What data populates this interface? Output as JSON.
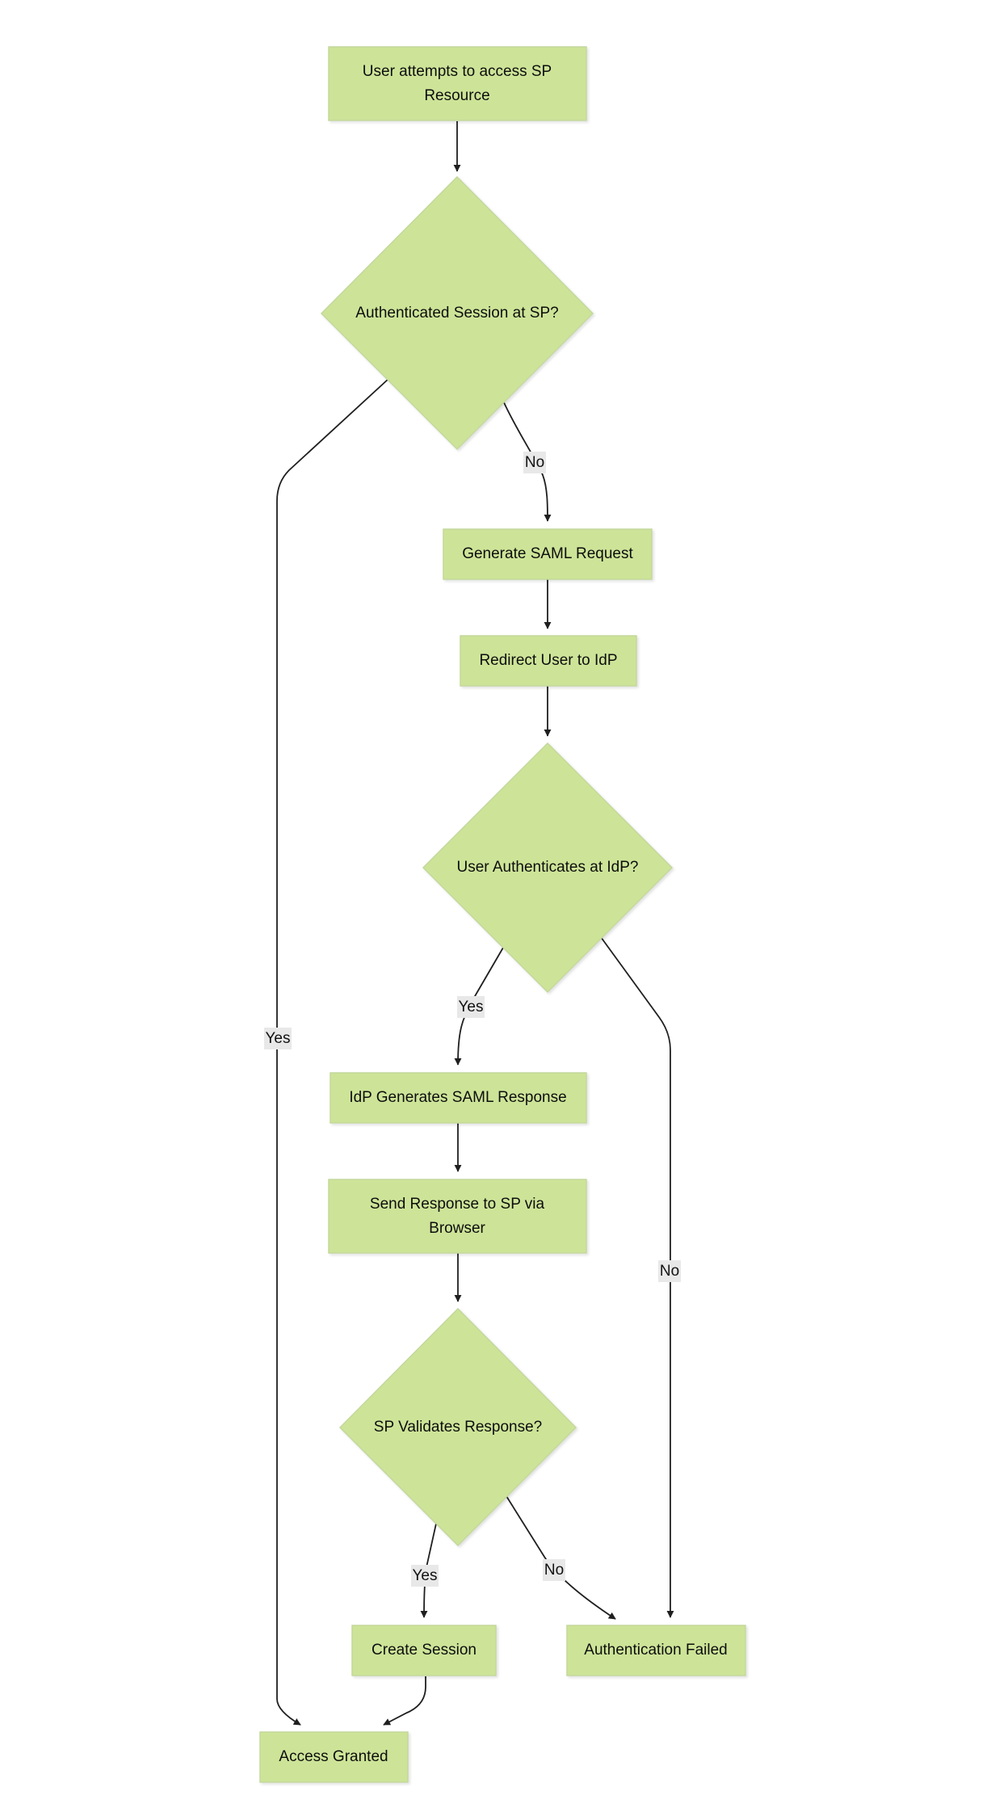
{
  "nodes": {
    "start": {
      "lines": [
        "User attempts to access SP",
        "Resource"
      ]
    },
    "auth_session": {
      "lines": [
        "Authenticated Session at SP?"
      ]
    },
    "gen_request": {
      "lines": [
        "Generate SAML Request"
      ]
    },
    "redirect": {
      "lines": [
        "Redirect User to IdP"
      ]
    },
    "idp_auth": {
      "lines": [
        "User Authenticates at IdP?"
      ]
    },
    "idp_response": {
      "lines": [
        "IdP Generates SAML Response"
      ]
    },
    "send_response": {
      "lines": [
        "Send Response to SP via",
        "Browser"
      ]
    },
    "sp_validates": {
      "lines": [
        "SP Validates Response?"
      ]
    },
    "create_session": {
      "lines": [
        "Create Session"
      ]
    },
    "auth_failed": {
      "lines": [
        "Authentication Failed"
      ]
    },
    "access_granted": {
      "lines": [
        "Access Granted"
      ]
    }
  },
  "edges": {
    "e_session_no": "No",
    "e_session_yes": "Yes",
    "e_idp_yes": "Yes",
    "e_idp_no": "No",
    "e_validate_yes": "Yes",
    "e_validate_no": "No"
  },
  "colors": {
    "node_fill": "#cde498",
    "node_stroke": "#c3d89c",
    "edge": "#1f1f1f",
    "label_bg": "#e8e8e8"
  }
}
